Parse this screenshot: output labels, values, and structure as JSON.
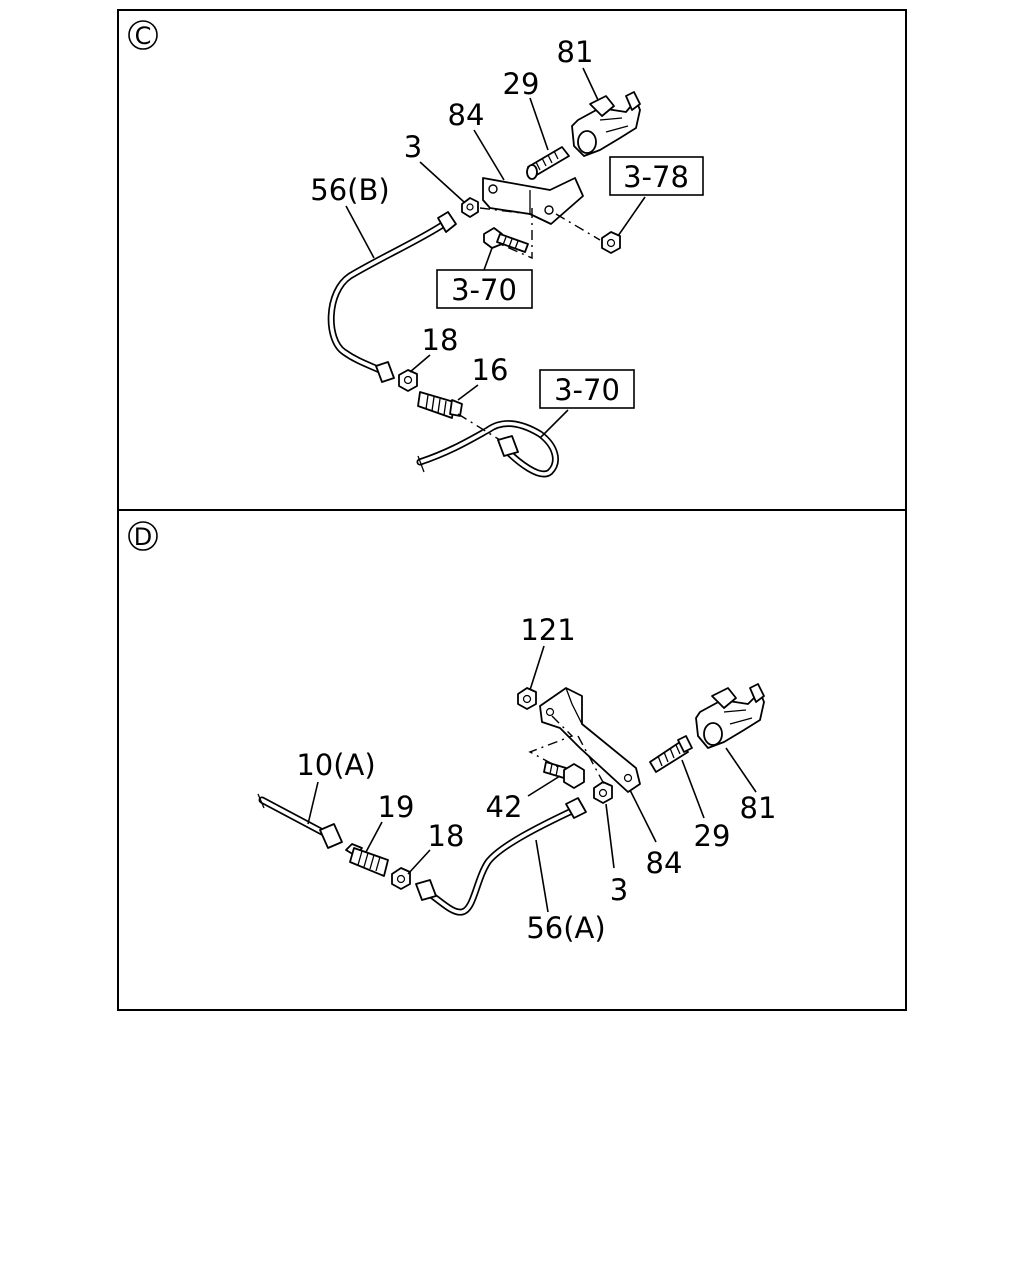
{
  "panels": [
    {
      "marker": "C",
      "labels": {
        "n81": "81",
        "n29": "29",
        "n84": "84",
        "n3": "3",
        "n56b": "56(B)",
        "n18": "18",
        "n16": "16"
      },
      "refs": {
        "r378": "3-78",
        "r370a": "3-70",
        "r370b": "3-70"
      }
    },
    {
      "marker": "D",
      "labels": {
        "n121": "121",
        "n10a": "10(A)",
        "n19": "19",
        "n18": "18",
        "n42": "42",
        "n3": "3",
        "n84": "84",
        "n29": "29",
        "n81": "81",
        "n56a": "56(A)"
      }
    }
  ]
}
